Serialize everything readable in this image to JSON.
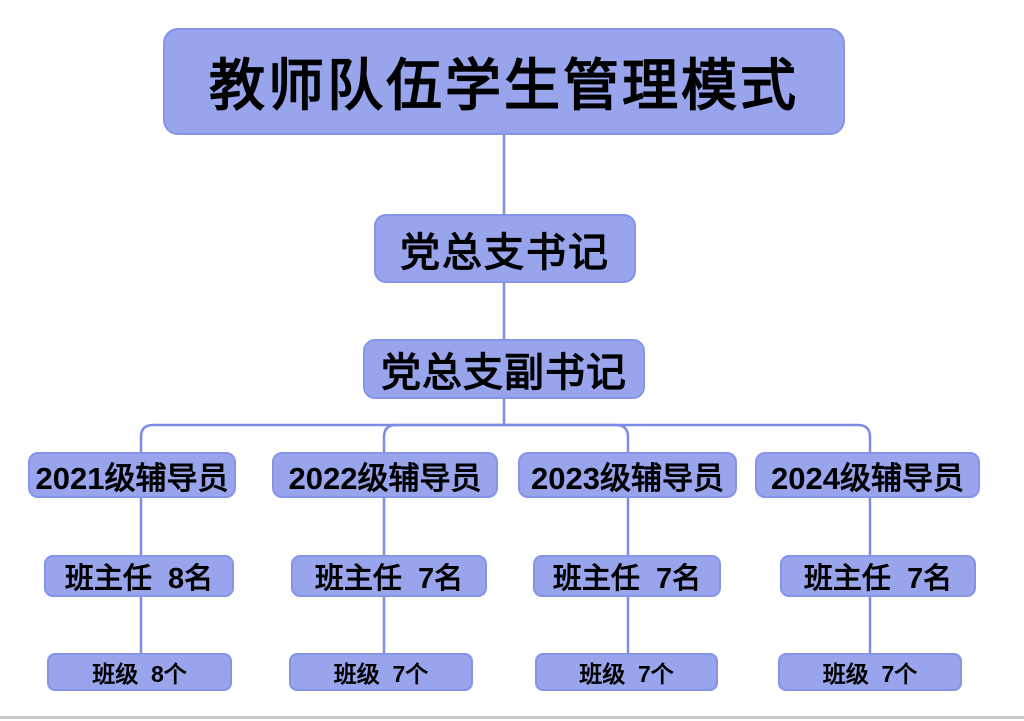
{
  "colors": {
    "page_bg": "#FFFFFF",
    "box_fill": "#98A4EC",
    "box_border": "#8694E8",
    "connector": "#7B8BE7",
    "text": "#000000",
    "bottom_rule": "#C8C8CB"
  },
  "chart": {
    "title": "教师队伍学生管理模式",
    "level2": "党总支书记",
    "level3": "党总支副书记",
    "columns": [
      {
        "counselor": "2021级辅导员",
        "teachers": "班主任  8名",
        "classes": "班级  8个"
      },
      {
        "counselor": "2022级辅导员",
        "teachers": "班主任  7名",
        "classes": "班级  7个"
      },
      {
        "counselor": "2023级辅导员",
        "teachers": "班主任  7名",
        "classes": "班级  7个"
      },
      {
        "counselor": "2024级辅导员",
        "teachers": "班主任  7名",
        "classes": "班级  7个"
      }
    ]
  }
}
